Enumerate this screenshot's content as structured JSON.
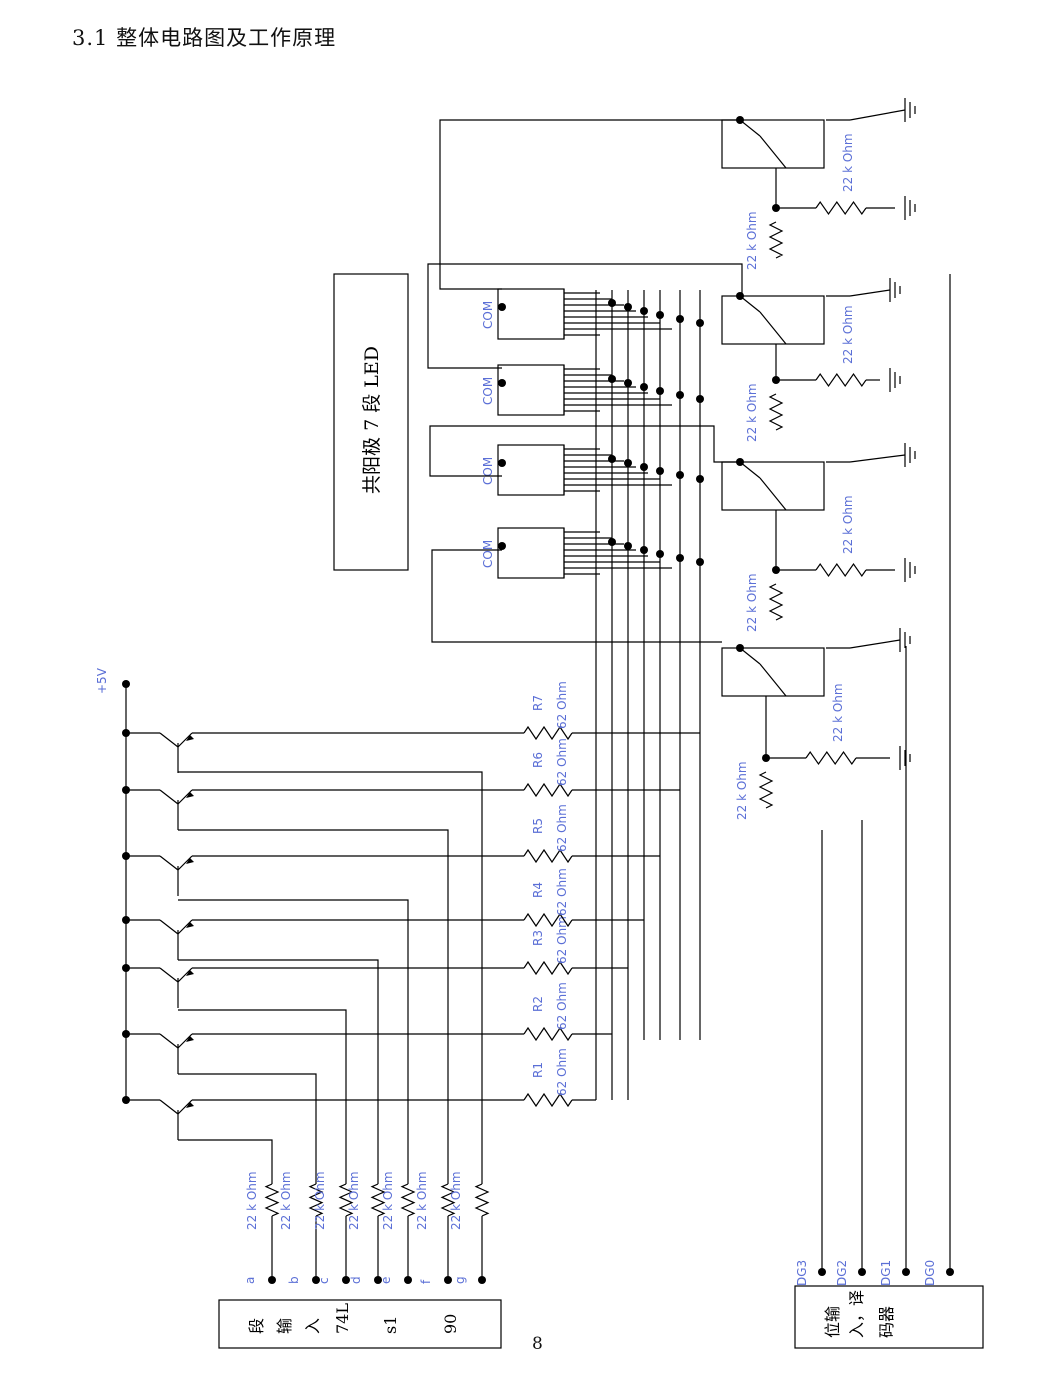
{
  "page": {
    "heading": "3.1 整体电路图及工作原理",
    "page_number": "8"
  },
  "diagram": {
    "led_box_label": "共阳极 7 段 LED",
    "supply_label": "+5V",
    "com_label": "COM",
    "segment_resistors": [
      {
        "name": "R1",
        "value": "62 Ohm"
      },
      {
        "name": "R2",
        "value": "62 Ohm"
      },
      {
        "name": "R3",
        "value": "62 Ohm"
      },
      {
        "name": "R4",
        "value": "62 Ohm"
      },
      {
        "name": "R5",
        "value": "62 Ohm"
      },
      {
        "name": "R6",
        "value": "62 Ohm"
      },
      {
        "name": "R7",
        "value": "62 Ohm"
      }
    ],
    "base_resistor_value": "22 k Ohm",
    "segment_inputs": [
      "a",
      "b",
      "c",
      "d",
      "e",
      "f",
      "g"
    ],
    "segment_input_box": [
      "段",
      "输",
      "入",
      "74L",
      "s1",
      "90"
    ],
    "digit_inputs": [
      "DG3",
      "DG2",
      "DG1",
      "DG0"
    ],
    "digit_input_box": [
      "位输",
      "入，译",
      "码器"
    ]
  },
  "colors": {
    "wire": "#000000",
    "label_blue": "#5b6fd6"
  }
}
